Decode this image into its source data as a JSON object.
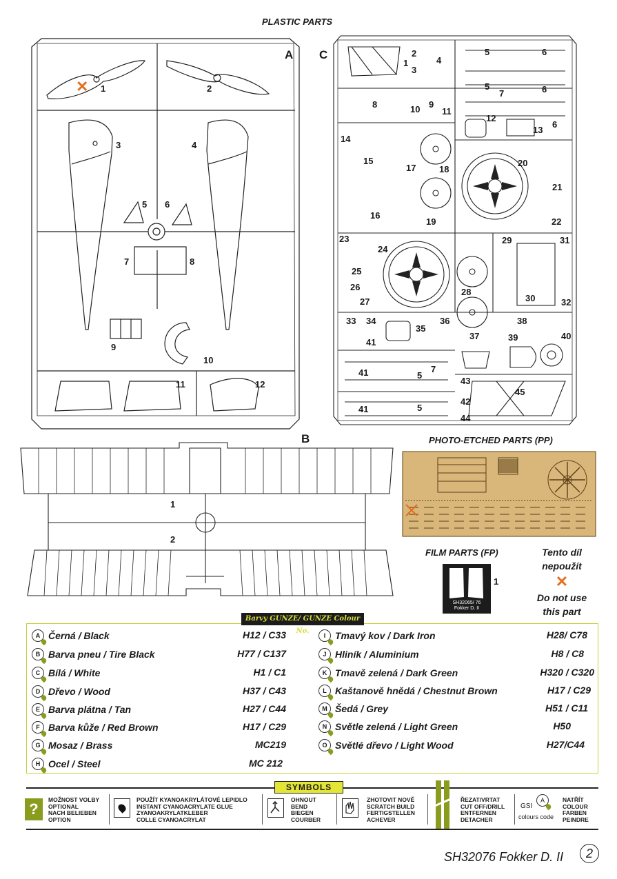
{
  "headers": {
    "plastic": "PLASTIC PARTS",
    "photo_etched": "PHOTO-ETCHED PARTS (PP)",
    "film": "FILM PARTS (FP)"
  },
  "sprue_letters": {
    "a": "A",
    "b": "B",
    "c": "C"
  },
  "sprue_a": {
    "n1": "1",
    "n2": "2",
    "n3": "3",
    "n4": "4",
    "n5": "5",
    "n6": "6",
    "n7": "7",
    "n8": "8",
    "n9": "9",
    "n10": "10",
    "n11": "11",
    "n12": "12"
  },
  "sprue_b": {
    "n1": "1",
    "n2": "2"
  },
  "sprue_c": {
    "n1": "1",
    "n2": "2",
    "n3": "3",
    "n4": "4",
    "n5": "5",
    "n6": "6",
    "n7": "7",
    "n8": "8",
    "n9": "9",
    "n10": "10",
    "n11": "11",
    "n12": "12",
    "n13": "13",
    "n14": "14",
    "n15": "15",
    "n16": "16",
    "n17": "17",
    "n18": "18",
    "n19": "19",
    "n20": "20",
    "n21": "21",
    "n22": "22",
    "n23": "23",
    "n24": "24",
    "n25": "25",
    "n26": "26",
    "n27": "27",
    "n28": "28",
    "n29": "29",
    "n30": "30",
    "n31": "31",
    "n32": "32",
    "n33": "33",
    "n34": "34",
    "n35": "35",
    "n36": "36",
    "n37": "37",
    "n38": "38",
    "n39": "39",
    "n40": "40",
    "n41": "41",
    "n42": "42",
    "n43": "43",
    "n44": "44",
    "n45": "45"
  },
  "film": {
    "part_number": "1",
    "label_line1": "SH32065/ 76",
    "label_line2": "Fokker D. II"
  },
  "note": {
    "cz_line1": "Tento díl",
    "cz_line2": "nepoužít",
    "en_line1": "Do not use",
    "en_line2": "this part"
  },
  "colours": {
    "banner": "Barvy GUNZE/ GUNZE Colour No.",
    "left": [
      {
        "letter": "A",
        "name": "Černá / Black",
        "code": "H12 / C33"
      },
      {
        "letter": "B",
        "name": "Barva pneu / Tire Black",
        "code": "H77 / C137"
      },
      {
        "letter": "C",
        "name": "Bílá / White",
        "code": "H1 / C1"
      },
      {
        "letter": "D",
        "name": "Dřevo / Wood",
        "code": "H37 / C43"
      },
      {
        "letter": "E",
        "name": "Barva plátna / Tan",
        "code": "H27 / C44"
      },
      {
        "letter": "F",
        "name": "Barva kůže / Red Brown",
        "code": "H17 / C29"
      },
      {
        "letter": "G",
        "name": "Mosaz / Brass",
        "code": "MC219"
      },
      {
        "letter": "H",
        "name": "Ocel / Steel",
        "code": "MC 212"
      }
    ],
    "right": [
      {
        "letter": "I",
        "name": "Tmavý kov / Dark Iron",
        "code": "H28/ C78"
      },
      {
        "letter": "J",
        "name": "Hliník / Aluminium",
        "code": "H8 / C8"
      },
      {
        "letter": "K",
        "name": "Tmavě zelená / Dark Green",
        "code": "H320 / C320"
      },
      {
        "letter": "L",
        "name": "Kaštanově hnědá / Chestnut Brown",
        "code": "H17 / C29"
      },
      {
        "letter": "M",
        "name": "Šedá / Grey",
        "code": "H51 / C11"
      },
      {
        "letter": "N",
        "name": "Světle zelená / Light Green",
        "code": "H50"
      },
      {
        "letter": "O",
        "name": "Světlé dřevo / Light Wood",
        "code": "H27/C44"
      }
    ]
  },
  "symbols": {
    "banner": "SYMBOLS",
    "option": "MOŽNOST VOLBY\nOPTIONAL\nNACH BELIEBEN\nOPTION",
    "glue": "POUŽÍT KYANOAKRYLÁTOVÉ LEPIDLO\nINSTANT CYANOACRYLATE GLUE\nZYANOAKRYLATKLEBER\nCOLLE CYANOACRYLAT",
    "bend": "OHNOUT\nBEND\nBIEGEN\nCOURBER",
    "scratch": "ZHOTOVIT NOVĚ\nSCRATCH BUILD\nFERTIGSTELLEN\nACHEVER",
    "cut": "ŘEZAT/VRTAT\nCUT OFF/DRILL\nENTFERNEN\nDETACHER",
    "gsi_label": "GSI",
    "gsi_sub": "colours code",
    "gsi_badge": "A",
    "paint": "NATŘÍT\nCOLOUR\nFARBEN\nPEINDRE",
    "option_glyph": "?"
  },
  "footer": {
    "title": "SH32076 Fokker D. II",
    "page": "2"
  }
}
